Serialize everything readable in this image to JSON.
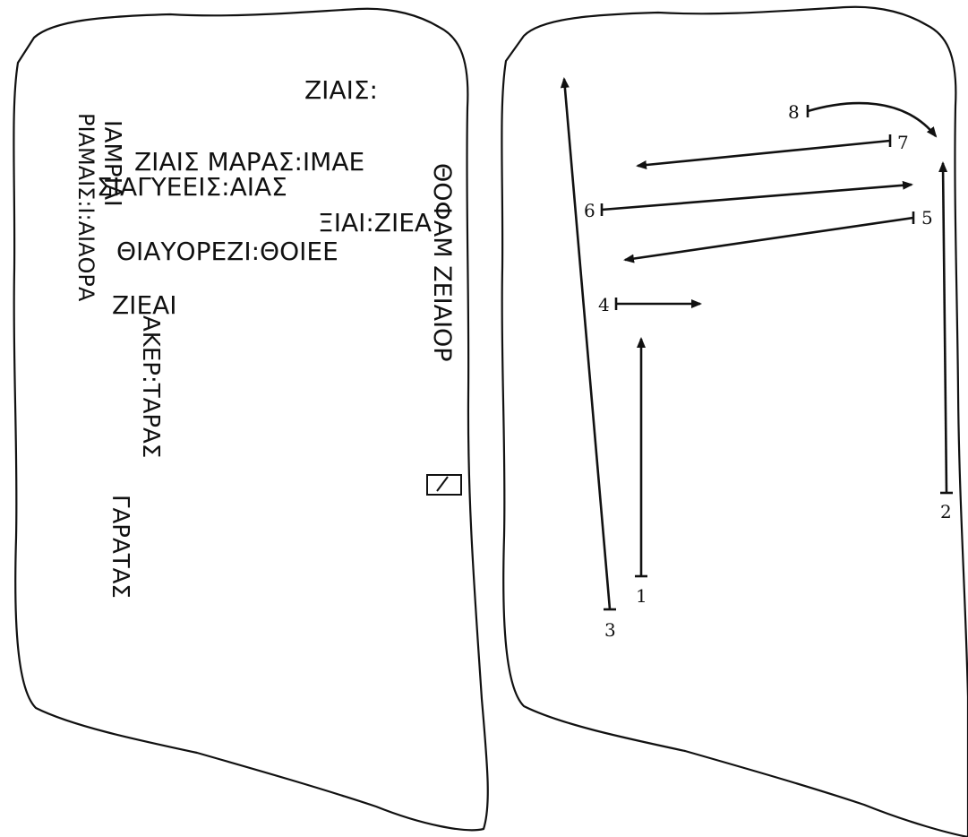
{
  "inscription": {
    "lines": [
      "ΙΑΜΡΙΑΙ",
      "ΡΙΑΜΑΙΣ:Ι:ΑΙΑΟΡΑ",
      "ΣΙΑΓΥΕΕΙΣ:ΑΙΑΣ",
      "ΘΙΑΥΟΡΕΖΙ:ΘΟΙΕΕ",
      "ΖΙΕΑΙ",
      "ΑΚΕΡ:ΤΑΡΑΣ",
      "ΓΑΡΑΤΑΣ",
      "ΖΙΑΙΣ:",
      "ΖΙΑΙΣ ΜΑΡΑΣ:ΙΜΑΕ",
      "ΞΙΑΙ:ΖΙΕΑ",
      "ΘΟΦΑΜ ΖΕΙΑΙΟΡ"
    ]
  },
  "order_diagram": {
    "labels": [
      "1",
      "2",
      "3",
      "4",
      "5",
      "6",
      "7",
      "8"
    ]
  }
}
